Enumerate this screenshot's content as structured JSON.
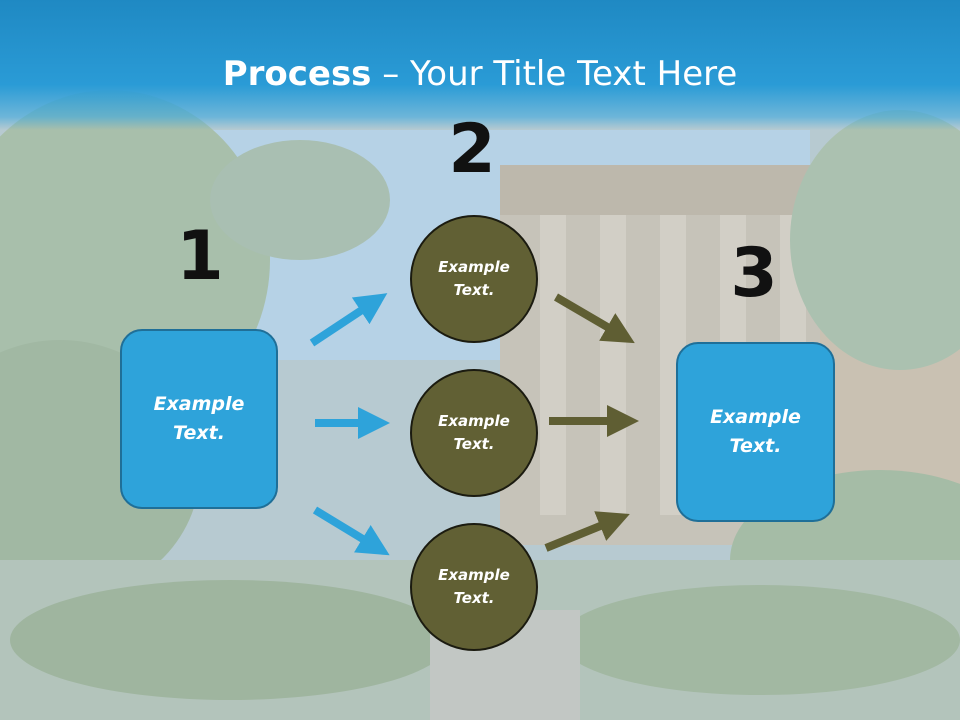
{
  "title": {
    "bold": "Process",
    "rest": " – Your Title Text Here"
  },
  "steps": [
    {
      "number": "1",
      "label_line1": "Example",
      "label_line2": "Text."
    },
    {
      "number": "2"
    },
    {
      "number": "3",
      "label_line1": "Example",
      "label_line2": "Text."
    }
  ],
  "circles": [
    {
      "line1": "Example",
      "line2": "Text."
    },
    {
      "line1": "Example",
      "line2": "Text."
    },
    {
      "line1": "Example",
      "line2": "Text."
    }
  ],
  "colors": {
    "blue": "#2ea3da",
    "olive": "#616034",
    "header": "#2a9bd6"
  }
}
